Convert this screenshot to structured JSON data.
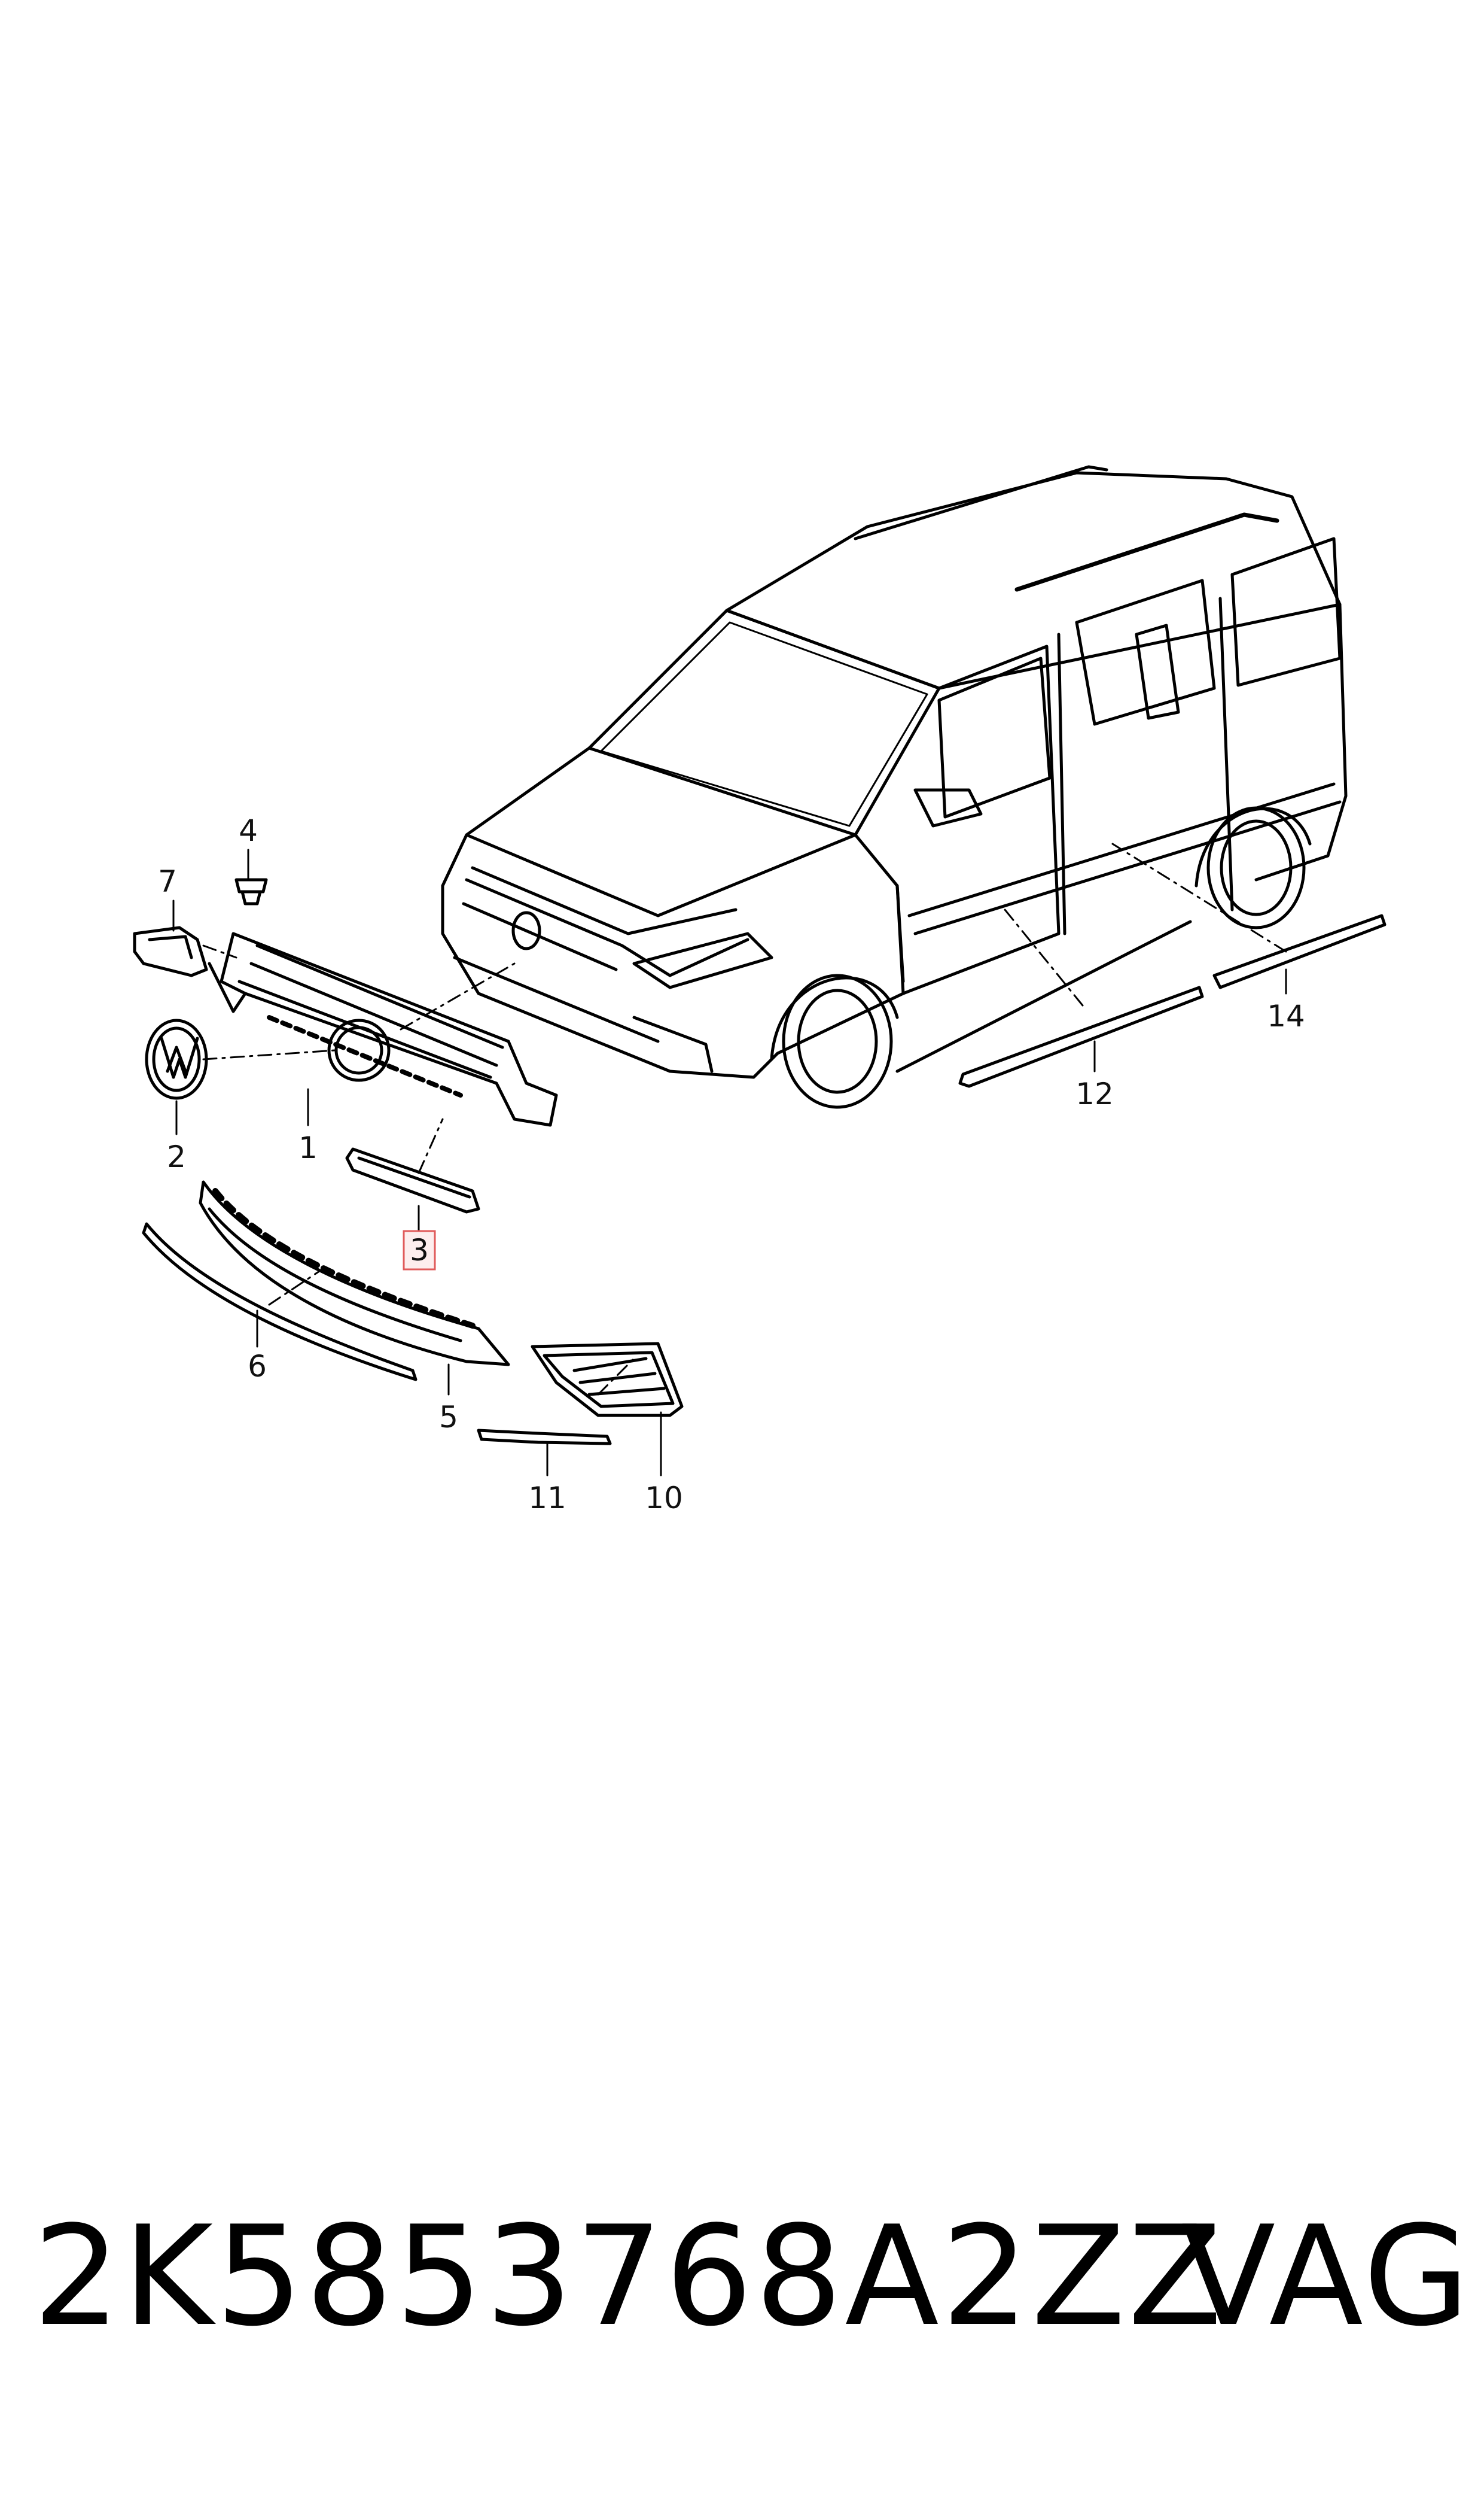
{
  "callouts": {
    "c1": "1",
    "c2": "2",
    "c3": "3",
    "c4": "4",
    "c5": "5",
    "c6": "6",
    "c7": "7",
    "c10": "10",
    "c11": "11",
    "c12": "12",
    "c14": "14"
  },
  "highlighted_callout": "3",
  "highlight_color": "#e05a5a",
  "footer": {
    "part_number": "2K5853768A2ZZ",
    "brand": "VAG"
  }
}
